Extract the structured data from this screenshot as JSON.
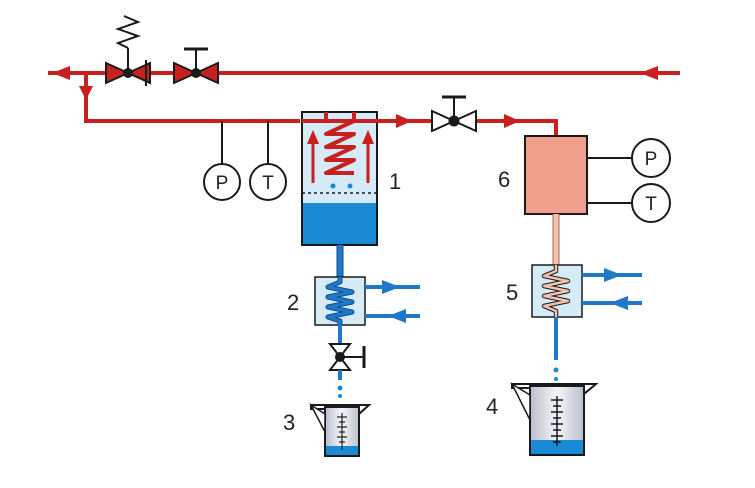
{
  "diagram": {
    "component_numbers": {
      "n1": "1",
      "n2": "2",
      "n3": "3",
      "n4": "4",
      "n5": "5",
      "n6": "6"
    },
    "gauges": {
      "pressure_left": "P",
      "temperature_left": "T",
      "pressure_right": "P",
      "temperature_right": "T"
    },
    "colors": {
      "steam_line": "#c8201f",
      "water_line": "#1f78c8",
      "liquid_fill": "#1a8ad4",
      "vessel_light": "#d6ebf8",
      "chamber_fill": "#f0a08c",
      "condensate_line": "#f2c2ae",
      "outline": "#1a1a1a"
    },
    "icons": [
      "safety-valve-icon",
      "shutoff-valve-icon",
      "control-valve-icon",
      "drain-valve-icon",
      "heat-exchanger-icon",
      "measuring-beaker-icon",
      "pressure-gauge-icon",
      "temperature-gauge-icon"
    ]
  }
}
